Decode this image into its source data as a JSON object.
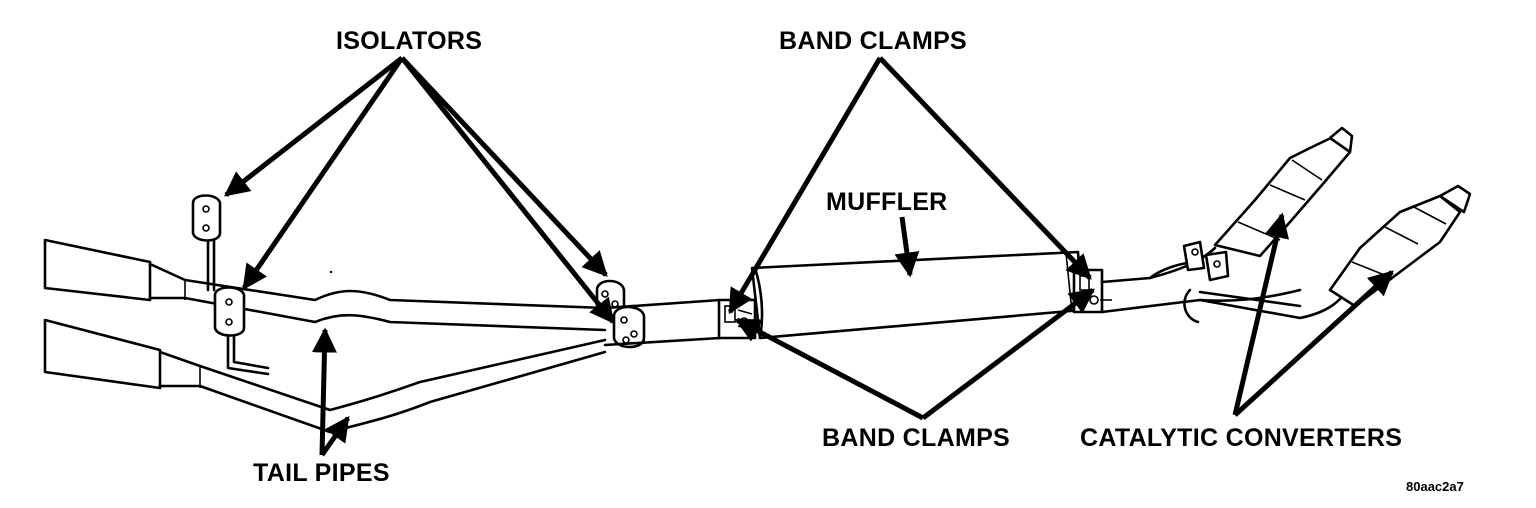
{
  "labels": {
    "isolators": "ISOLATORS",
    "band_clamps_top": "BAND CLAMPS",
    "muffler": "MUFFLER",
    "band_clamps_bottom": "BAND CLAMPS",
    "catalytic_converters": "CATALYTIC CONVERTERS",
    "tail_pipes": "TAIL PIPES"
  },
  "figure_code": "80aac2a7"
}
